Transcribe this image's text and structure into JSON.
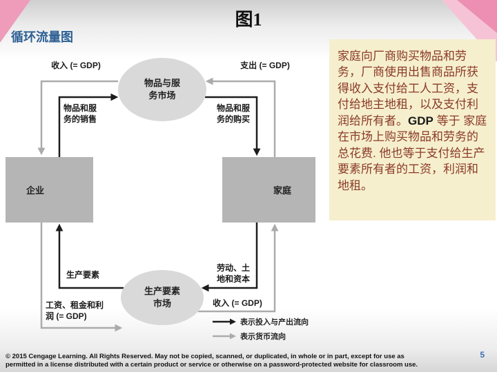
{
  "slide": {
    "title": "图1",
    "subtitle": "循环流量图",
    "page_number": "5",
    "copyright_line1": "© 2015 Cengage Learning. All Rights Reserved. May not be copied, scanned, or duplicated, in whole or in part, except for use as",
    "copyright_line2": "permitted in a license distributed with a certain product or service or otherwise on a password-protected website for classroom use."
  },
  "diagram": {
    "nodes": {
      "goods_market": "物品与服务市场",
      "firms": "企业",
      "households": "家庭",
      "factor_market": "生产要素市场"
    },
    "flow_labels": {
      "income_top": "收入 (= GDP)",
      "spending": "支出 (= GDP)",
      "goods_sold": "物品和服务的销售",
      "goods_bought": "物品和服务的购买",
      "labor_land_capital": "劳动、土地和资本",
      "factors_of_production": "生产要素",
      "wages_rent_profit": "工资、租金和利润 (= GDP)",
      "income_bottom": "收入 (= GDP)"
    },
    "legend": {
      "inputs_outputs": "表示投入与产出流向",
      "money": "表示货币流向"
    },
    "colors": {
      "real_flow": "#1c1c1c",
      "money_flow": "#ababab",
      "box_fill": "#b5b5b5",
      "ellipse_fill": "#d9d9d9"
    }
  },
  "note": {
    "text_before_gdp": "家庭向厂商购买物品和劳务，厂商使用出售商品所获得收入支付给工人工资，支付给地主地租，以及支付利润给所有者。",
    "gdp": "GDP",
    "text_after_gdp": " 等于 家庭在市场上购买物品和劳务的总花费. 他也等于支付给生产要素所有者的工资，利润和地租。"
  }
}
